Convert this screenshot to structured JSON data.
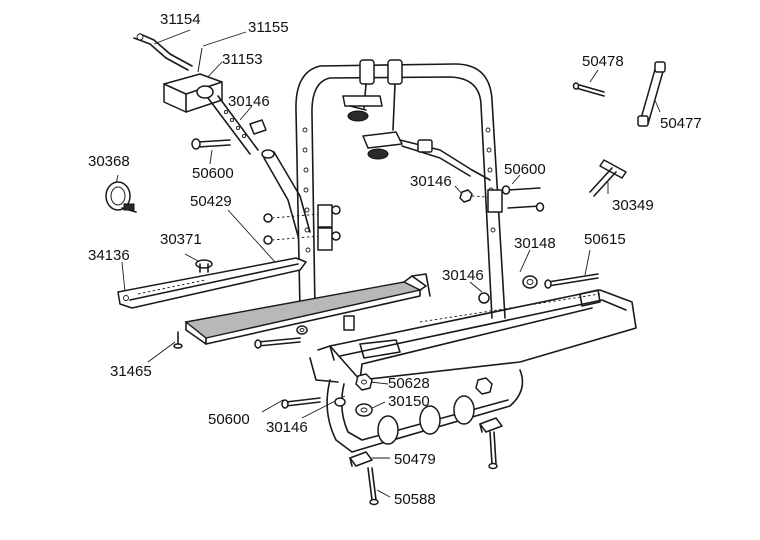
{
  "diagram": {
    "part_labels": [
      "31154",
      "31155",
      "31153",
      "30146",
      "50600",
      "50478",
      "50477",
      "30368",
      "50429",
      "30371",
      "34136",
      "31465",
      "50600",
      "30146",
      "30349",
      "30148",
      "50615",
      "30146",
      "50628",
      "30150",
      "50600",
      "30146",
      "50479",
      "50588"
    ]
  }
}
